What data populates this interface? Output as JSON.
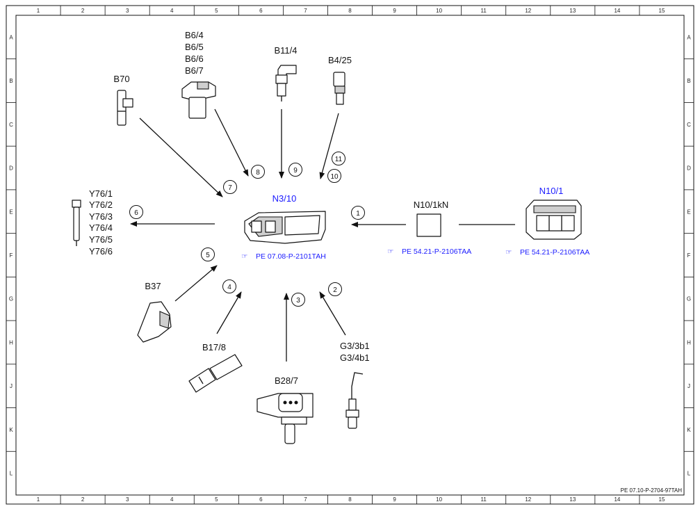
{
  "grid": {
    "columns": [
      "1",
      "2",
      "3",
      "4",
      "5",
      "6",
      "7",
      "8",
      "9",
      "10",
      "11",
      "12",
      "13",
      "14",
      "15"
    ],
    "rows": [
      "A",
      "B",
      "C",
      "D",
      "E",
      "F",
      "G",
      "H",
      "J",
      "K",
      "L"
    ]
  },
  "central": {
    "label": "N3/10",
    "reference": "PE 07.08-P-2101TAH"
  },
  "components": {
    "b70": "B70",
    "b6": [
      "B6/4",
      "B6/5",
      "B6/6",
      "B6/7"
    ],
    "b11_4": "B11/4",
    "b4_25": "B4/25",
    "y76": [
      "Y76/1",
      "Y76/2",
      "Y76/3",
      "Y76/4",
      "Y76/5",
      "Y76/6"
    ],
    "n10_1kn": "N10/1kN",
    "n10_1kn_ref": "PE 54.21-P-2106TAA",
    "n10_1": "N10/1",
    "n10_1_ref": "PE 54.21-P-2106TAA",
    "b37": "B37",
    "b17_8": "B17/8",
    "b28_7": "B28/7",
    "g3": [
      "G3/3b1",
      "G3/4b1"
    ]
  },
  "callouts": [
    "1",
    "2",
    "3",
    "4",
    "5",
    "6",
    "7",
    "8",
    "9",
    "10",
    "11"
  ],
  "footer": "PE 07.10-P-2704-97TAH",
  "colors": {
    "link": "#1a1aff",
    "line": "#111111"
  }
}
